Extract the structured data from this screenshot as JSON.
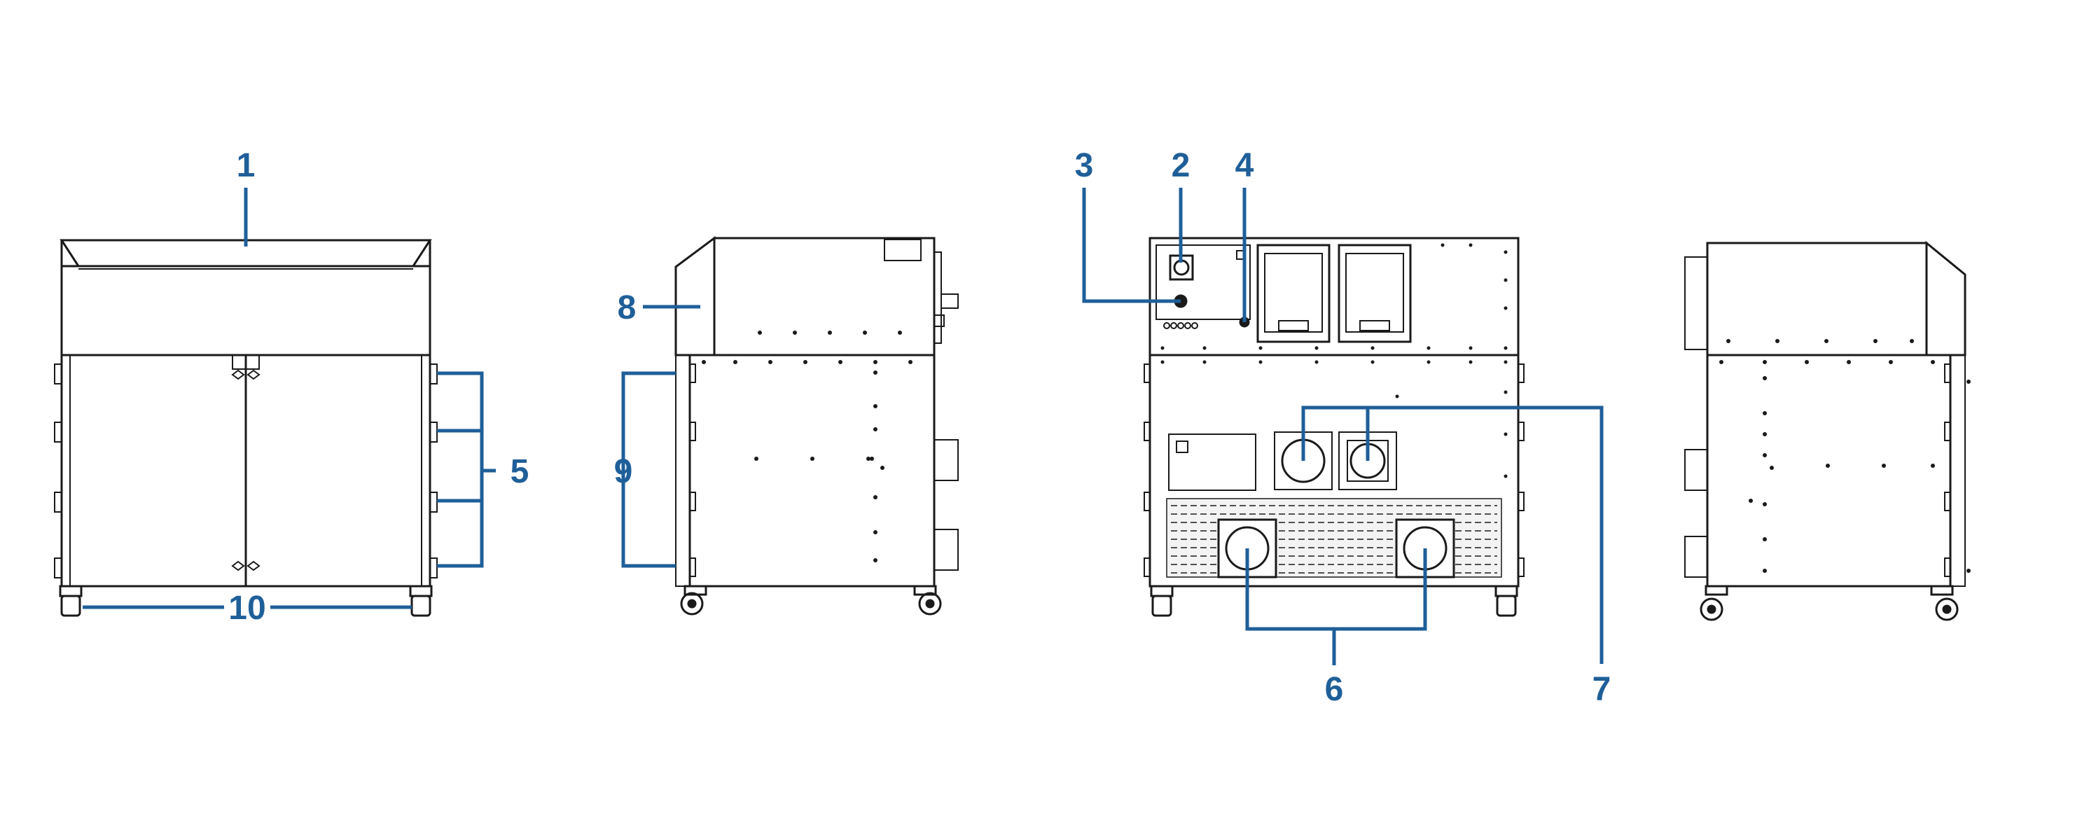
{
  "colors": {
    "drawing": "#1a1a1a",
    "callout": "#1f5f99",
    "background": "#ffffff"
  },
  "callouts": {
    "c1": "1",
    "c2": "2",
    "c3": "3",
    "c4": "4",
    "c5": "5",
    "c6": "6",
    "c7": "7",
    "c8": "8",
    "c9": "9",
    "c10": "10"
  }
}
